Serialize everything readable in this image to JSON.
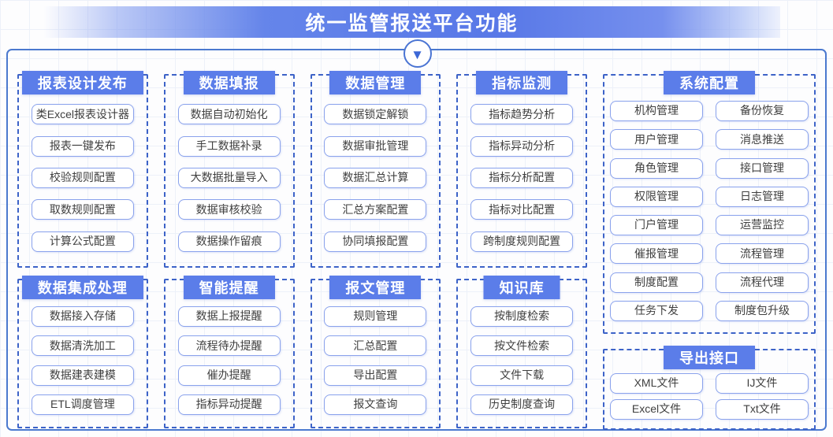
{
  "banner": {
    "title": "统一监管报送平台功能"
  },
  "icons": {
    "arrow_down": "▼"
  },
  "colors": {
    "banner_blue": "#5878e7",
    "header_blue": "#5b7de9",
    "container_border": "#4b79cf",
    "group_dashed_border": "#3d63c8",
    "item_border": "#8aa2ec",
    "item_text": "#3f3f3f"
  },
  "groups": [
    {
      "key": "report-design-publish",
      "title": "报表设计发布",
      "items": [
        "类Excel报表设计器",
        "报表一键发布",
        "校验规则配置",
        "取数规则配置",
        "计算公式配置"
      ]
    },
    {
      "key": "data-filling",
      "title": "数据填报",
      "items": [
        "数据自动初始化",
        "手工数据补录",
        "大数据批量导入",
        "数据审核校验",
        "数据操作留痕"
      ]
    },
    {
      "key": "data-management",
      "title": "数据管理",
      "items": [
        "数据锁定解锁",
        "数据审批管理",
        "数据汇总计算",
        "汇总方案配置",
        "协同填报配置"
      ]
    },
    {
      "key": "indicator-monitoring",
      "title": "指标监测",
      "items": [
        "指标趋势分析",
        "指标异动分析",
        "指标分析配置",
        "指标对比配置",
        "跨制度规则配置"
      ]
    },
    {
      "key": "system-config",
      "title": "系统配置",
      "columns": [
        [
          "机构管理",
          "用户管理",
          "角色管理",
          "权限管理",
          "门户管理",
          "催报管理",
          "制度配置",
          "任务下发"
        ],
        [
          "备份恢复",
          "消息推送",
          "接口管理",
          "日志管理",
          "运营监控",
          "流程管理",
          "流程代理",
          "制度包升级"
        ]
      ]
    },
    {
      "key": "data-integration",
      "title": "数据集成处理",
      "items": [
        "数据接入存储",
        "数据清洗加工",
        "数据建表建模",
        "ETL调度管理"
      ]
    },
    {
      "key": "smart-reminder",
      "title": "智能提醒",
      "items": [
        "数据上报提醒",
        "流程待办提醒",
        "催办提醒",
        "指标异动提醒"
      ]
    },
    {
      "key": "message-management",
      "title": "报文管理",
      "items": [
        "规则管理",
        "汇总配置",
        "导出配置",
        "报文查询"
      ]
    },
    {
      "key": "knowledge-base",
      "title": "知识库",
      "items": [
        "按制度检索",
        "按文件检索",
        "文件下载",
        "历史制度查询"
      ]
    },
    {
      "key": "export-interface",
      "title": "导出接口",
      "columns": [
        [
          "XML文件",
          "Excel文件"
        ],
        [
          "IJ文件",
          "Txt文件"
        ]
      ]
    }
  ],
  "column_layout": [
    {
      "groups": [
        0,
        5
      ]
    },
    {
      "groups": [
        1,
        6
      ]
    },
    {
      "groups": [
        2,
        7
      ]
    },
    {
      "groups": [
        3,
        8
      ]
    },
    {
      "groups": [
        4,
        9
      ]
    }
  ]
}
